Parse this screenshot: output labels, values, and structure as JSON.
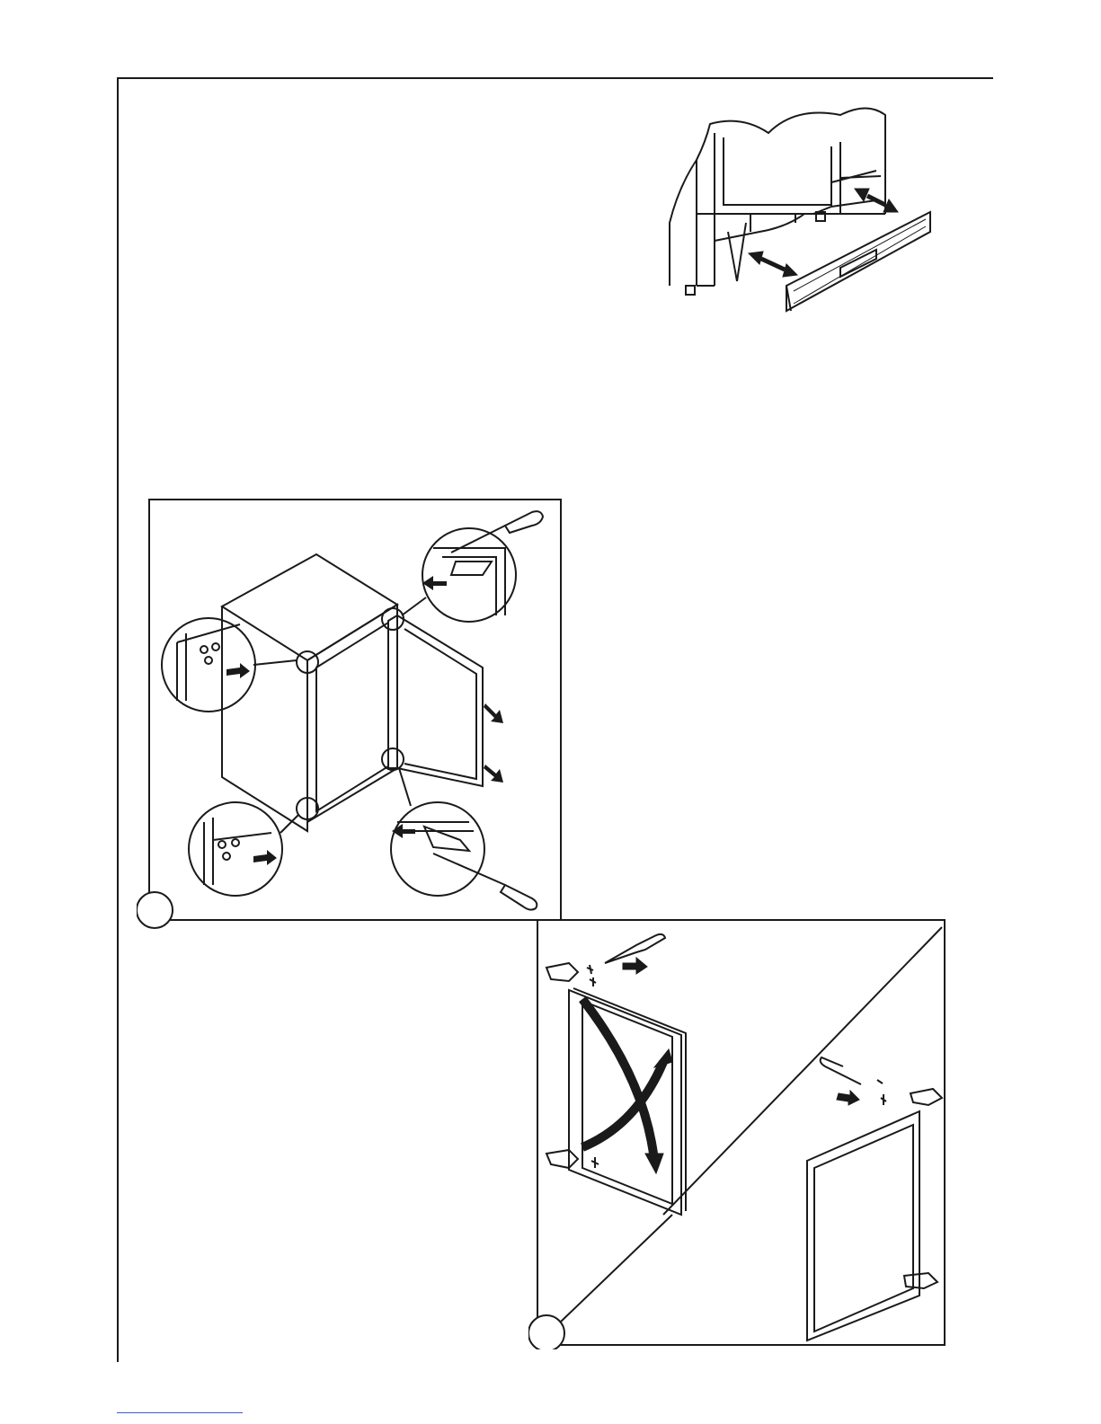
{
  "page": {
    "footer_link_text": ""
  },
  "figures": {
    "plinth": {
      "icon": "plinth-grille-removal-illustration"
    },
    "hinge_removal": {
      "icon": "door-hinge-removal-illustration",
      "step_label": ""
    },
    "door_reversal": {
      "icon": "door-reversal-illustration",
      "step_label": ""
    }
  },
  "colors": {
    "ink": "#1a1a1a",
    "paper": "#ffffff"
  }
}
